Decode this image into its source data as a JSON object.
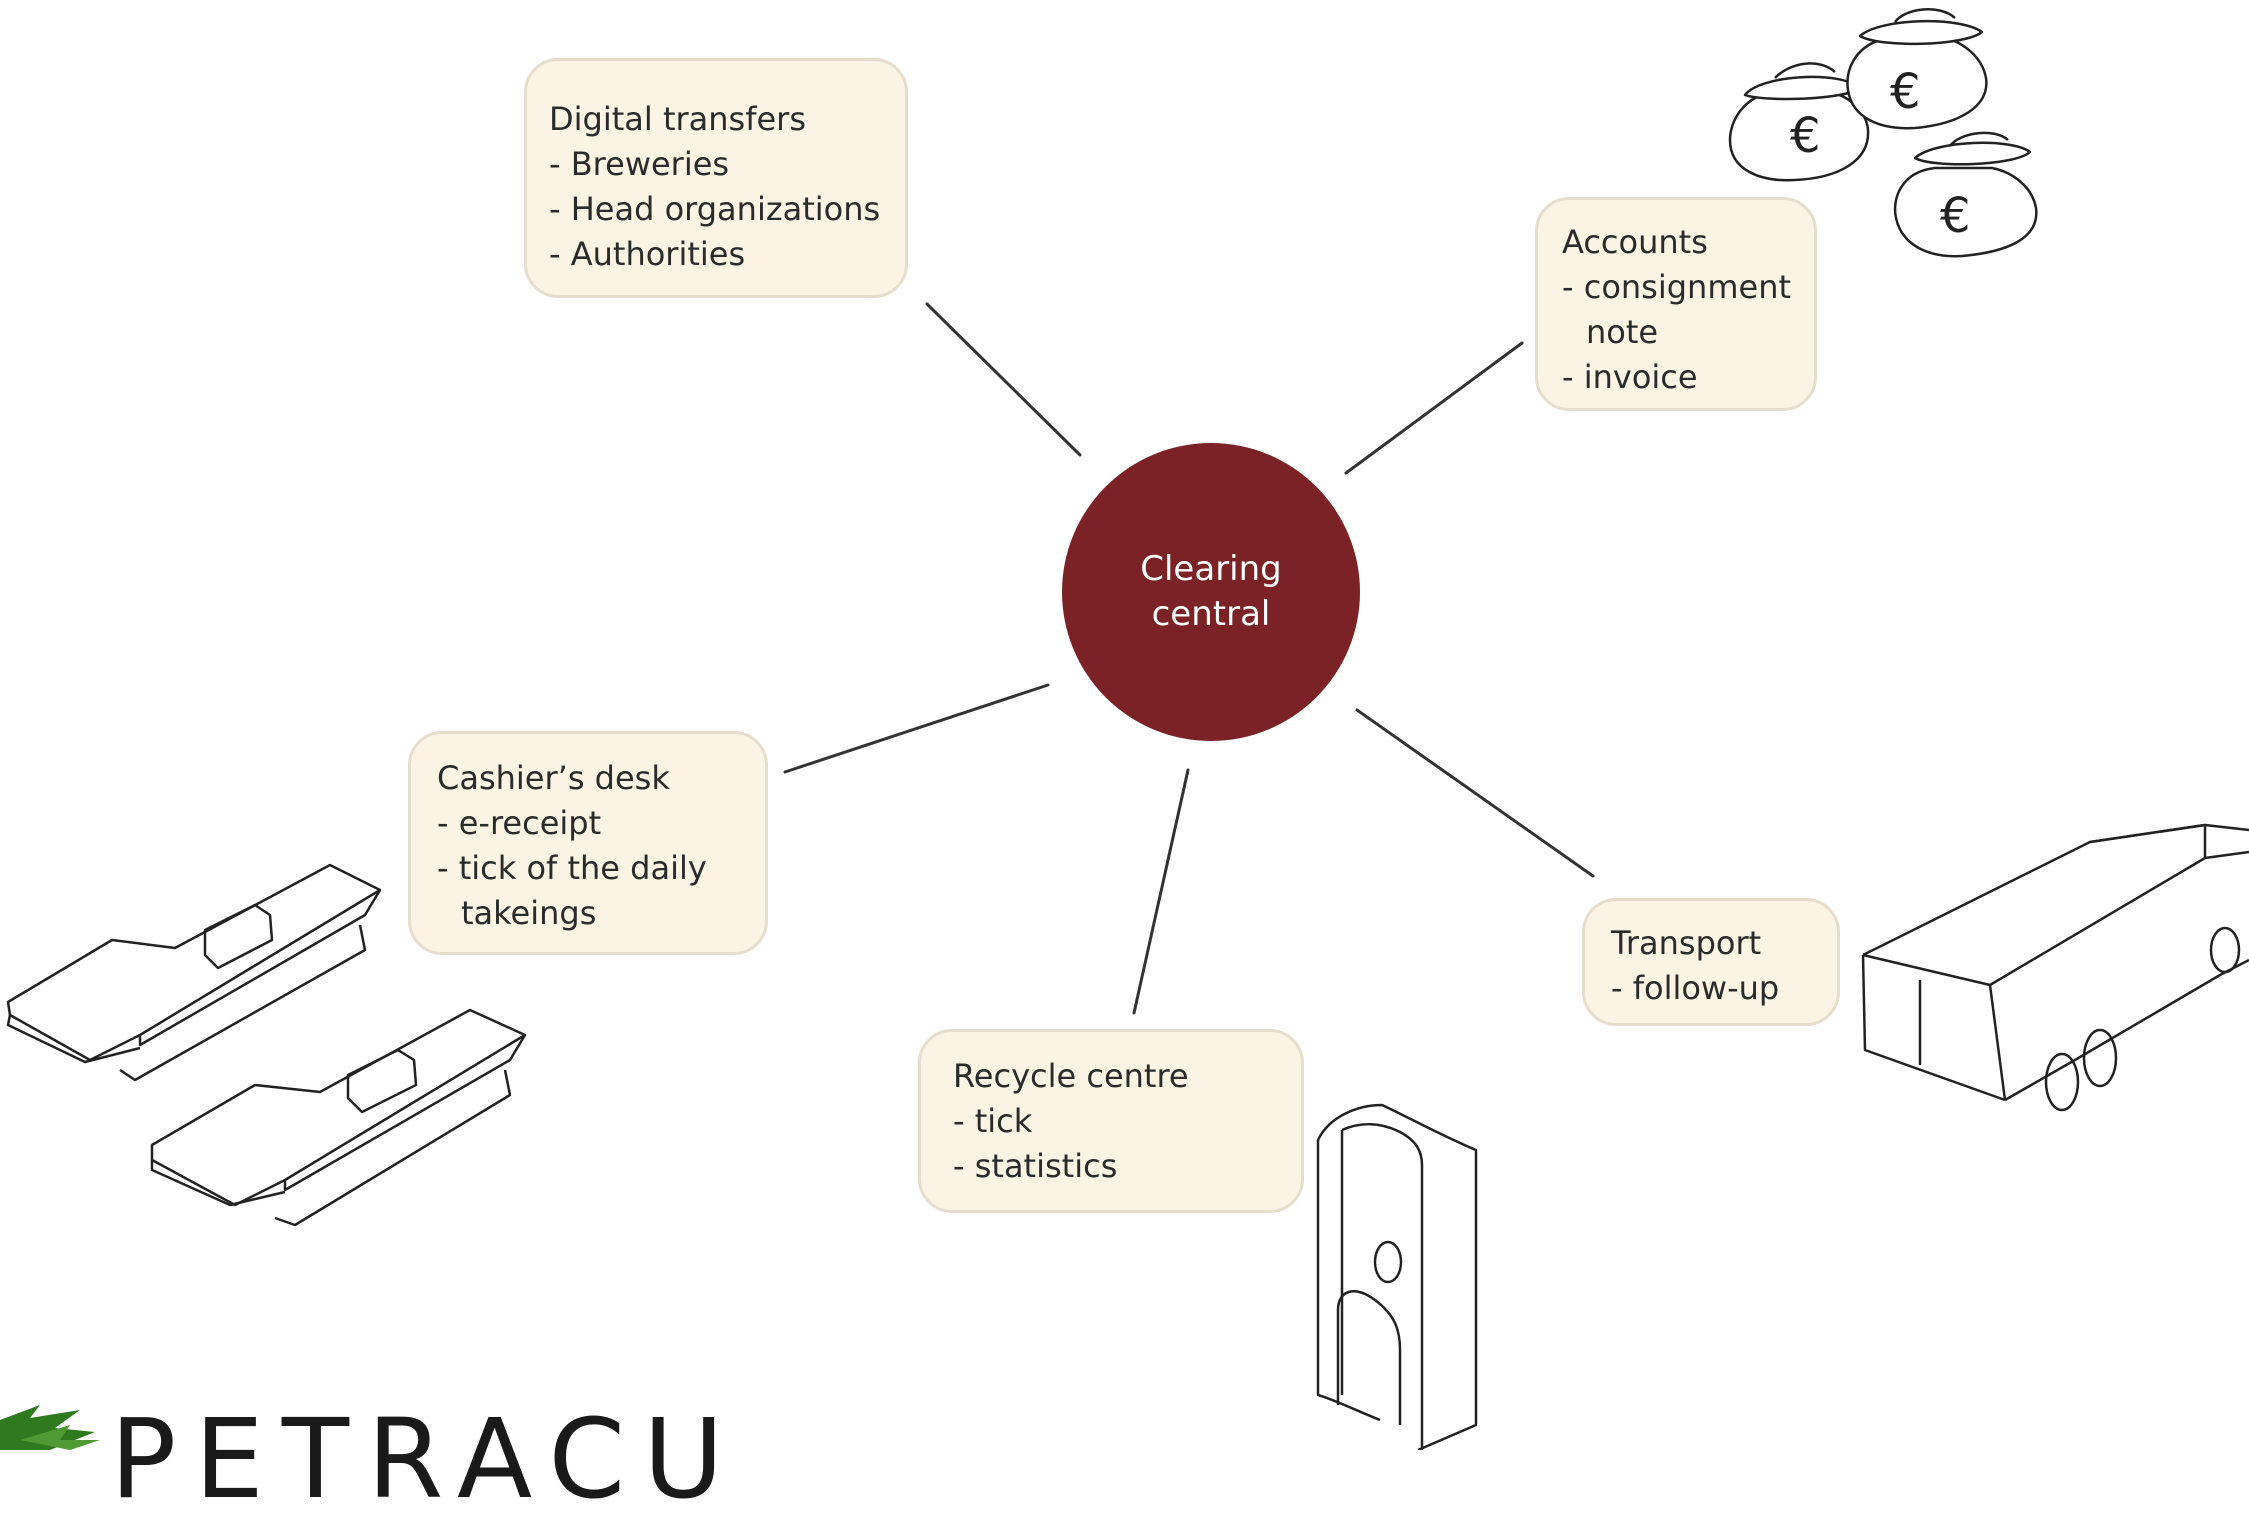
{
  "hub": {
    "line1": "Clearing",
    "line2": "central",
    "color": "#7b2226"
  },
  "nodes": {
    "digital": {
      "title": "Digital transfers",
      "items": [
        "- Breweries",
        "- Head organizations",
        "- Authorities"
      ]
    },
    "accounts": {
      "title": "Accounts",
      "items": [
        "- consignment",
        "note",
        "- invoice"
      ]
    },
    "cashier": {
      "title": "Cashier’s desk",
      "items": [
        "- e-receipt",
        "- tick of the daily",
        "takeings"
      ]
    },
    "recycle": {
      "title": "Recycle centre",
      "items": [
        "- tick",
        "- statistics"
      ]
    },
    "transport": {
      "title": "Transport",
      "items": [
        "- follow-up"
      ]
    }
  },
  "illustrations": {
    "money": "money-bags-euro-icon",
    "truck": "truck-icon",
    "machine": "reverse-vending-machine-icon",
    "cashier": "cash-register-trays-icon"
  },
  "logo": {
    "text": "PETRACU",
    "leaf_color": "#2f7a1f"
  },
  "colors": {
    "box_fill": "#fbf3e3",
    "box_border": "#e6ddcd",
    "connector": "#333333"
  }
}
